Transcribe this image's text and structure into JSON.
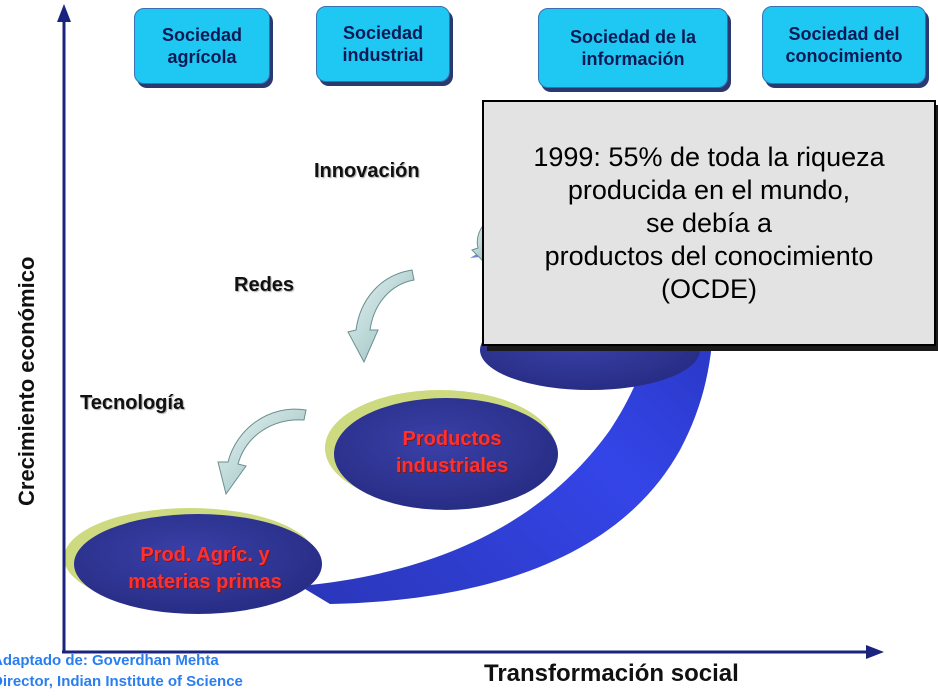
{
  "societies": [
    {
      "label": "Sociedad\nagrícola"
    },
    {
      "label": "Sociedad\nindustrial"
    },
    {
      "label": "Sociedad de la\ninformación"
    },
    {
      "label": "Sociedad del\nconocimiento"
    }
  ],
  "stages": {
    "innovacion": "Innovación",
    "redes": "Redes",
    "tecnologia": "Tecnología"
  },
  "ellipses": {
    "productos_industriales": "Productos\nindustriales",
    "prod_agric": "Prod. Agríc. y\nmaterias primas"
  },
  "callout": "1999: 55% de toda la riqueza\nproducida en el mundo,\nse debía a\nproductos del conocimiento\n(OCDE)",
  "axes": {
    "y_label": "Crecimiento económico",
    "x_label": "Transformación social"
  },
  "source": "Adaptado de: Goverdhan Mehta\nDirector, Indian Institute of Science",
  "colors": {
    "box_fill": "#1fc8f3",
    "ellipse_fill": "#2e3592",
    "swoosh": "#2c3fe0",
    "axis": "#1a237e",
    "ellipse_text": "#ff3030",
    "source_text": "#2a7ef0"
  }
}
